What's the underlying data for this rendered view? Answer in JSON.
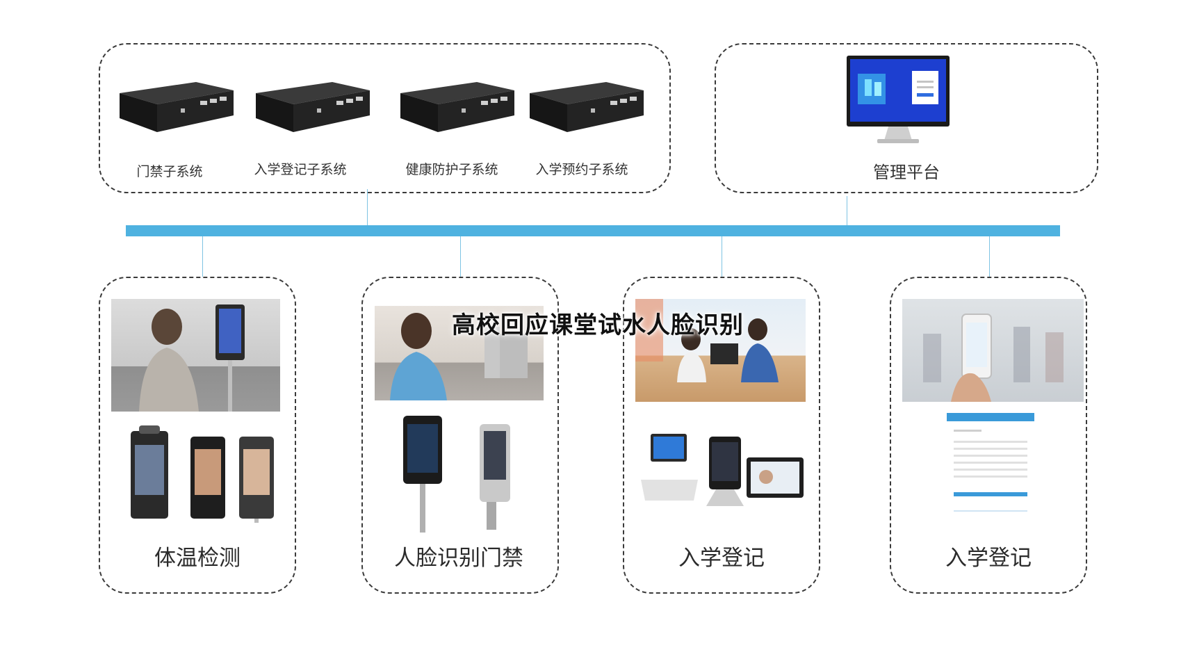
{
  "overlay_title": "高校回应课堂试水人脸识别",
  "top_left_group": {
    "subsystems": [
      {
        "label": "门禁子系统"
      },
      {
        "label": "入学登记子系统"
      },
      {
        "label": "健康防护子系统"
      },
      {
        "label": "入学预约子系统"
      }
    ]
  },
  "top_right_group": {
    "label": "管理平台"
  },
  "bottom_groups": [
    {
      "label": "体温检测"
    },
    {
      "label": "人脸识别门禁"
    },
    {
      "label": "入学登记"
    },
    {
      "label": "入学登记"
    }
  ],
  "colors": {
    "bus": "#4fb2e0",
    "connector": "#7ec3e3",
    "dashed_border": "#3a3a3a",
    "server_body": "#1d1d1d"
  }
}
